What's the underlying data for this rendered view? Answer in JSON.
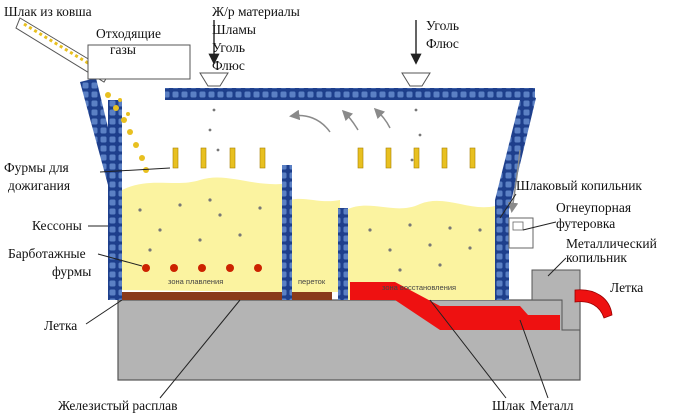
{
  "labels": {
    "slag_from_ladle": "Шлак из ковша",
    "offgases": [
      "Отходящие",
      "газы"
    ],
    "feed_materials": [
      "Ж/р материалы",
      "Шламы",
      "Уголь",
      "Флюс"
    ],
    "coal_flux_right": [
      "Уголь",
      "Флюс"
    ],
    "afterburn_tuyeres": [
      "Фурмы для",
      "дожигания"
    ],
    "caissons": "Кессоны",
    "bubbling_tuyeres": [
      "Барботажные",
      "фурмы"
    ],
    "tap_hole_left": "Летка",
    "iron_melt": "Железистый расплав",
    "slag_reservoir": "Шлаковый копильник",
    "refractory": [
      "Огнеупорная",
      "футеровка"
    ],
    "metal_reservoir": [
      "Металлический",
      "копильник"
    ],
    "tap_hole_right": "Летка",
    "slag": "Шлак",
    "metal": "Металл",
    "melting_zone": "зона плавления",
    "overflow": "переток",
    "reduction_zone": "зона восстановления"
  },
  "colors": {
    "bath": "#fbf3a0",
    "metal": "#ee1111",
    "caisson_outer": "#1e3f8c",
    "caisson_inner": "#5b80c4",
    "base": "#b4b4b4",
    "tuyere": "#e8c020",
    "bubble_tuyere": "#cc2200"
  }
}
